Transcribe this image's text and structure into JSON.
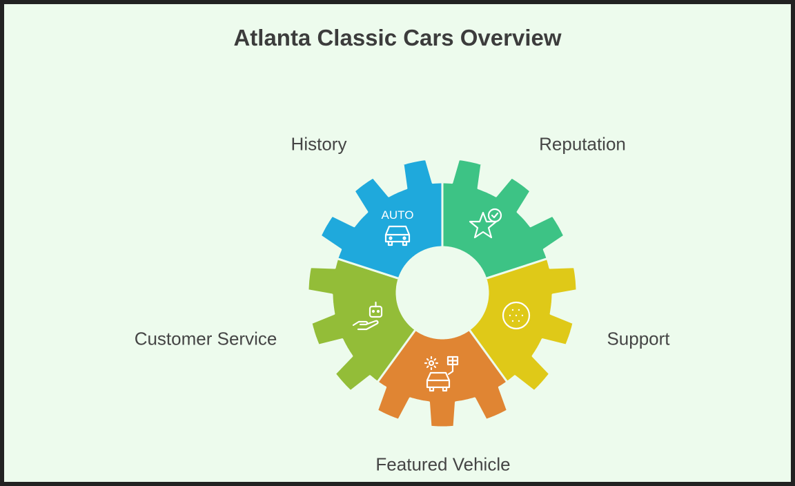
{
  "title": "Atlanta Classic Cars Overview",
  "segments": [
    {
      "label": "Reputation",
      "color": "#3dc385",
      "icon": "star-check-icon"
    },
    {
      "label": "Support",
      "color": "#dfc918",
      "icon": "dotted-circle-icon"
    },
    {
      "label": "Featured Vehicle",
      "color": "#e08533",
      "icon": "solar-electric-car-icon"
    },
    {
      "label": "Customer Service",
      "color": "#93bd38",
      "icon": "robot-hand-icon"
    },
    {
      "label": "History",
      "color": "#1fa9dc",
      "icon": "auto-car-icon",
      "icon_text": "AUTO"
    }
  ],
  "colors": {
    "background": "#edfbed",
    "border": "#222222",
    "text": "#3c3c3c"
  }
}
